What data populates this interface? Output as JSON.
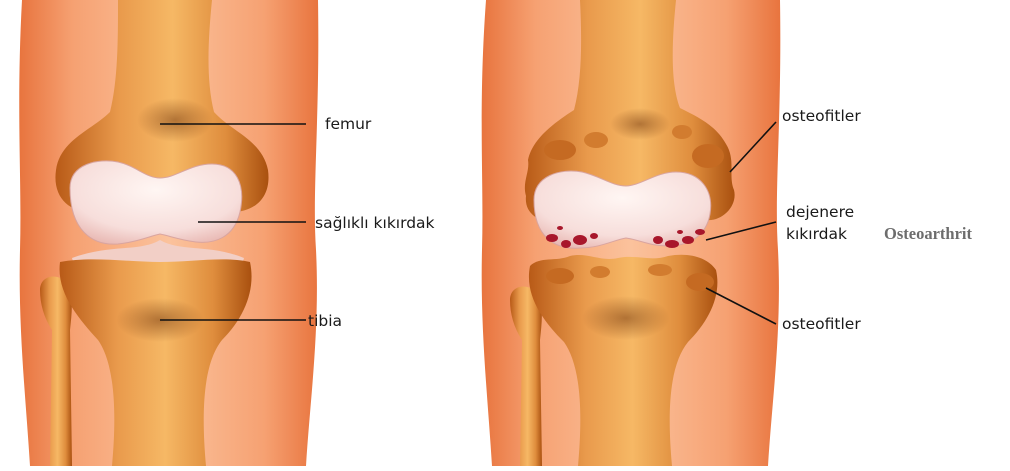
{
  "healthy_knee": {
    "labels": {
      "femur": "femur",
      "cartilage": "sağlıklı kıkırdak",
      "tibia": "tibia"
    }
  },
  "osteoarthritis_knee": {
    "labels": {
      "osteophytes_top": "osteofitler",
      "degenerate_line1": "dejenere",
      "degenerate_line2": "kıkırdak",
      "osteophytes_bottom": "osteofitler"
    },
    "title": "Osteoarthrit"
  },
  "colors": {
    "skin": "#f7a878",
    "skin_dark": "#e07845",
    "bone": "#e79a4a",
    "bone_dark": "#b65a16",
    "cartilage": "#f6dedb",
    "damage": "#b0192e",
    "title": "#6d6d6d"
  }
}
